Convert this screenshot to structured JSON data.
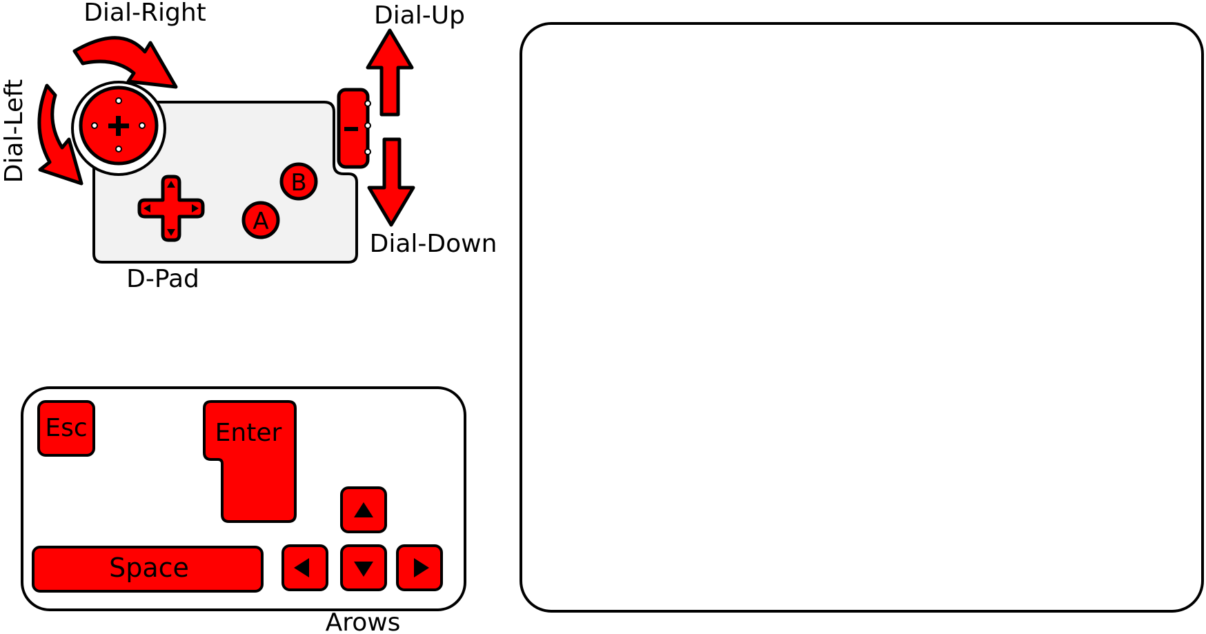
{
  "colors": {
    "accent": "#ff0000",
    "outline": "#000000",
    "device_body": "#f2f2f2",
    "background": "#ffffff"
  },
  "controller": {
    "labels": {
      "dial_right": "Dial-Right",
      "dial_left": "Dial-Left",
      "dial_up": "Dial-Up",
      "dial_down": "Dial-Down",
      "dpad": "D-Pad"
    },
    "buttons": {
      "a": "A",
      "b": "B",
      "dial_center": "+",
      "crank_mark": "−"
    }
  },
  "keyboard": {
    "keys": {
      "esc": "Esc",
      "enter": "Enter",
      "space": "Space"
    },
    "arrows_label": "Arows",
    "arrow_icons": [
      "arrow-up-icon",
      "arrow-left-icon",
      "arrow-down-icon",
      "arrow-right-icon"
    ]
  },
  "screen_panel": {
    "content": ""
  }
}
